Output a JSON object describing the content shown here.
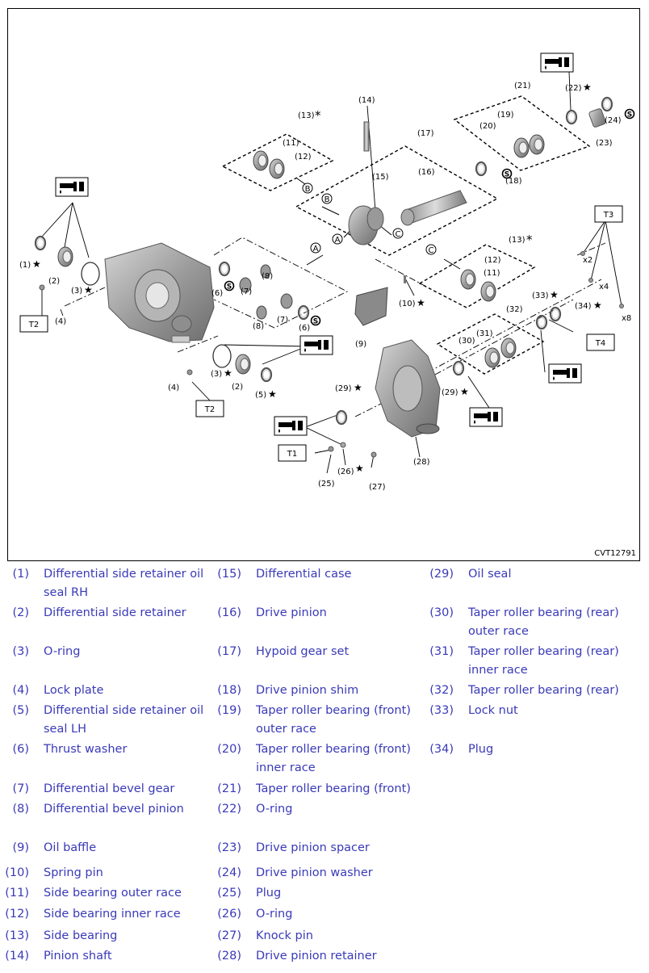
{
  "figure": {
    "id": "CVT12791",
    "callouts": {
      "c1": "(1)",
      "c2": "(2)",
      "c3": "(3)",
      "c4": "(4)",
      "c5": "(5)",
      "c6": "(6)",
      "c7": "(7)",
      "c8": "(8)",
      "c9": "(9)",
      "c10": "(10)",
      "c11": "(11)",
      "c12": "(12)",
      "c13": "(13)",
      "c14": "(14)",
      "c15": "(15)",
      "c16": "(16)",
      "c17": "(17)",
      "c18": "(18)",
      "c19": "(19)",
      "c20": "(20)",
      "c21": "(21)",
      "c22": "(22)",
      "c23": "(23)",
      "c24": "(24)",
      "c25": "(25)",
      "c26": "(26)",
      "c27": "(27)",
      "c28": "(28)",
      "c29": "(29)",
      "c30": "(30)",
      "c31": "(31)",
      "c32": "(32)",
      "c33": "(33)",
      "c34": "(34)"
    },
    "torque_labels": {
      "t1": "T1",
      "t2": "T2",
      "t3": "T3",
      "t4": "T4"
    },
    "marker_letters": {
      "a": "A",
      "b": "B",
      "c": "C",
      "s": "S"
    },
    "quantities": {
      "x2": "x2",
      "x4": "x4",
      "x8": "x8"
    },
    "symbols": {
      "star": "★",
      "asterisk": "*"
    },
    "icons": [
      "grease-applicator-icon",
      "star-icon",
      "shim-select-icon"
    ],
    "colors": {
      "line": "#000000",
      "legend_text": "#3a3ab8",
      "part_gray": "#9a9a9a"
    }
  },
  "legend": {
    "col1": [
      {
        "num": "(1)",
        "text": "Differential side retainer oil seal RH"
      },
      {
        "num": "(2)",
        "text": "Differential side retainer"
      },
      {
        "num": "(3)",
        "text": "O-ring"
      },
      {
        "num": "(4)",
        "text": "Lock plate"
      },
      {
        "num": "(5)",
        "text": "Differential side retainer oil seal LH"
      },
      {
        "num": "(6)",
        "text": "Thrust washer"
      },
      {
        "num": "(7)",
        "text": "Differential bevel gear"
      },
      {
        "num": "(8)",
        "text": "Differential bevel pinion"
      },
      {
        "num": "(9)",
        "text": "Oil baffle"
      },
      {
        "num": "(10)",
        "text": "Spring pin"
      },
      {
        "num": "(11)",
        "text": "Side bearing outer race"
      },
      {
        "num": "(12)",
        "text": "Side bearing inner race"
      },
      {
        "num": "(13)",
        "text": "Side bearing"
      },
      {
        "num": "(14)",
        "text": "Pinion shaft"
      }
    ],
    "col2": [
      {
        "num": "(15)",
        "text": "Differential case"
      },
      {
        "num": "(16)",
        "text": "Drive pinion"
      },
      {
        "num": "(17)",
        "text": "Hypoid gear set"
      },
      {
        "num": "(18)",
        "text": "Drive pinion shim"
      },
      {
        "num": "(19)",
        "text": "Taper roller bearing (front) outer race"
      },
      {
        "num": "(20)",
        "text": "Taper roller bearing (front) inner race"
      },
      {
        "num": "(21)",
        "text": "Taper roller bearing (front)"
      },
      {
        "num": "(22)",
        "text": "O-ring"
      },
      {
        "num": "(23)",
        "text": "Drive pinion spacer"
      },
      {
        "num": "(24)",
        "text": "Drive pinion washer"
      },
      {
        "num": "(25)",
        "text": "Plug"
      },
      {
        "num": "(26)",
        "text": "O-ring"
      },
      {
        "num": "(27)",
        "text": "Knock pin"
      },
      {
        "num": "(28)",
        "text": "Drive pinion retainer"
      }
    ],
    "col3": [
      {
        "num": "(29)",
        "text": "Oil seal"
      },
      {
        "num": "(30)",
        "text": "Taper roller bearing (rear) outer race"
      },
      {
        "num": "(31)",
        "text": "Taper roller bearing (rear) inner race"
      },
      {
        "num": "(32)",
        "text": "Taper roller bearing (rear)"
      },
      {
        "num": "(33)",
        "text": "Lock nut"
      },
      {
        "num": "(34)",
        "text": "Plug"
      }
    ]
  }
}
